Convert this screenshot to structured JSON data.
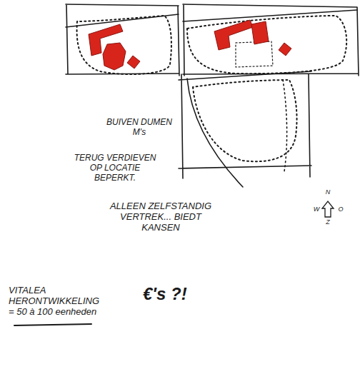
{
  "diagram": {
    "labels": [
      "BUIVEN DUMEN M's",
      "TERUG VERDIEVEN OP LOCATIE BEPERKT.",
      "ALLEEN ZELFSTANDIG VERTREK... BIEDT KANSEN",
      "VITALEA HERONTWIKKELING = 50 à 100 eenheden",
      "€'s ?!",
      "N",
      "W",
      "O",
      "Z"
    ]
  }
}
